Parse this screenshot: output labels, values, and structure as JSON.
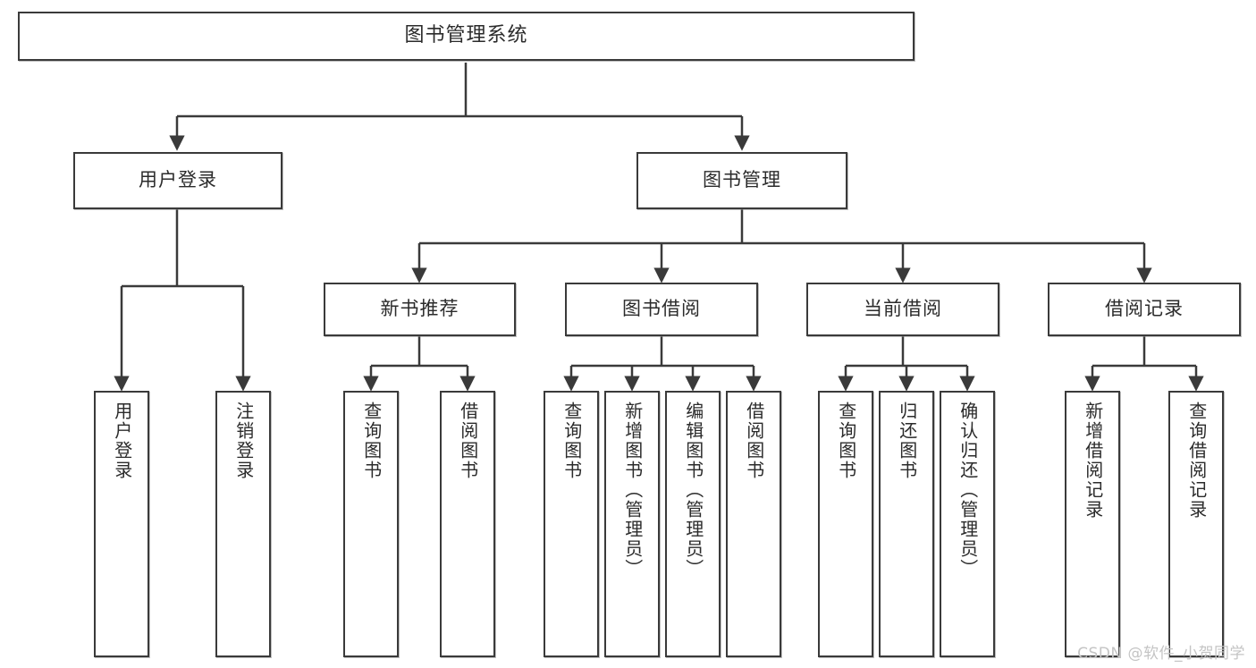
{
  "diagram": {
    "type": "tree",
    "title": "图书管理系统",
    "root": {
      "label": "图书管理系统"
    },
    "level2": [
      {
        "label": "用户登录"
      },
      {
        "label": "图书管理"
      }
    ],
    "level3": [
      {
        "label": "新书推荐"
      },
      {
        "label": "图书借阅"
      },
      {
        "label": "当前借阅"
      },
      {
        "label": "借阅记录"
      }
    ],
    "leaves": {
      "user_login": [
        {
          "label": "用户登录"
        },
        {
          "label": "注销登录"
        }
      ],
      "new_book_recommend": [
        {
          "label": "查询图书"
        },
        {
          "label": "借阅图书"
        }
      ],
      "book_borrow": [
        {
          "label": "查询图书"
        },
        {
          "label": "新增图书（管理员）"
        },
        {
          "label": "编辑图书（管理员）"
        },
        {
          "label": "借阅图书"
        }
      ],
      "current_borrow": [
        {
          "label": "查询图书"
        },
        {
          "label": "归还图书"
        },
        {
          "label": "确认归还（管理员）"
        }
      ],
      "borrow_record": [
        {
          "label": "新增借阅记录"
        },
        {
          "label": "查询借阅记录"
        }
      ]
    }
  },
  "watermark": {
    "text": "CSDN @软件_小贺同学"
  },
  "colors": {
    "border": "#3a3a3a",
    "text": "#2b2b2b",
    "background": "#ffffff",
    "watermark": "#c4c4c4"
  }
}
